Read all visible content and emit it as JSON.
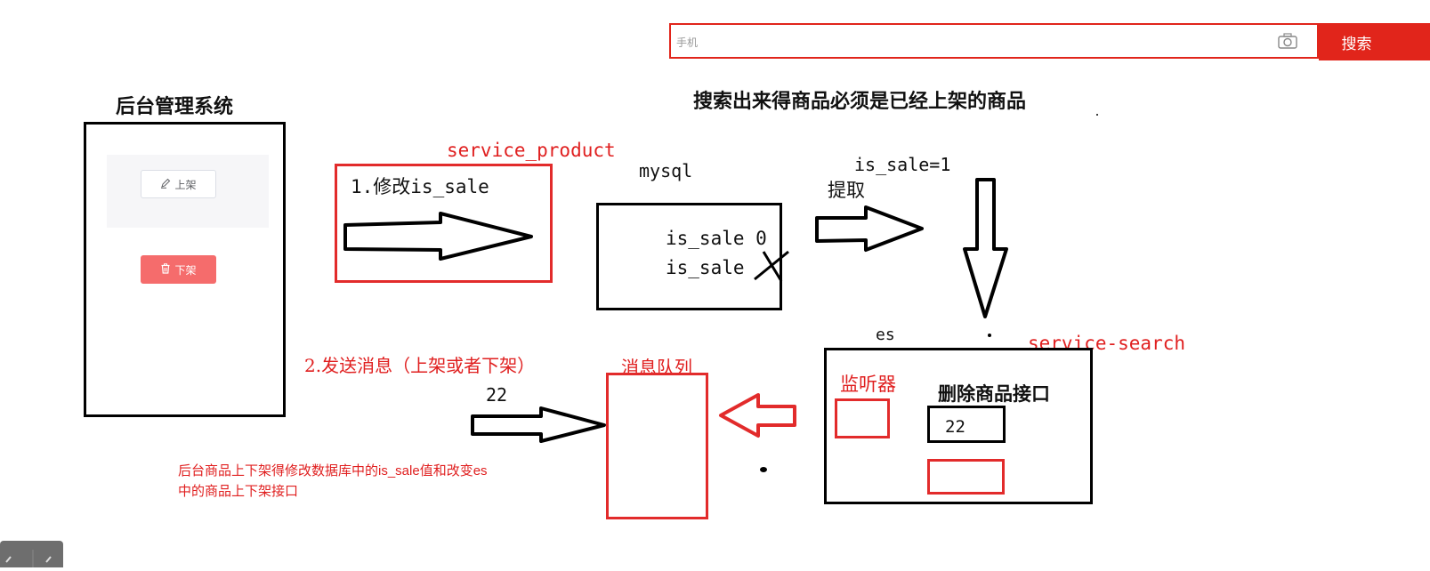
{
  "search": {
    "placeholder": "手机",
    "button_label": "搜索"
  },
  "search_note": "搜索出来得商品必须是已经上架的商品",
  "admin": {
    "title": "后台管理系统",
    "shelve_label": "上架",
    "unshelve_label": "下架"
  },
  "service_product": {
    "label": "service_product",
    "step1": "1.修改is_sale"
  },
  "mysql": {
    "label": "mysql",
    "row1": "is_sale 0",
    "row2": "is_sale"
  },
  "extract": {
    "label": "提取",
    "condition": "is_sale=1"
  },
  "service_search": {
    "es_label": "es",
    "label": "service-search",
    "listener": "监听器",
    "delete_api": "删除商品接口",
    "value": "22"
  },
  "queue": {
    "step2": "2.发送消息（上架或者下架）",
    "label": "消息队列",
    "message": "22"
  },
  "summary": {
    "line1": "后台商品上下架得修改数据库中的is_sale值和改变es",
    "line2": "中的商品上下架接口"
  },
  "colors": {
    "accent_red": "#e1251b",
    "danger": "#f56c6c"
  }
}
